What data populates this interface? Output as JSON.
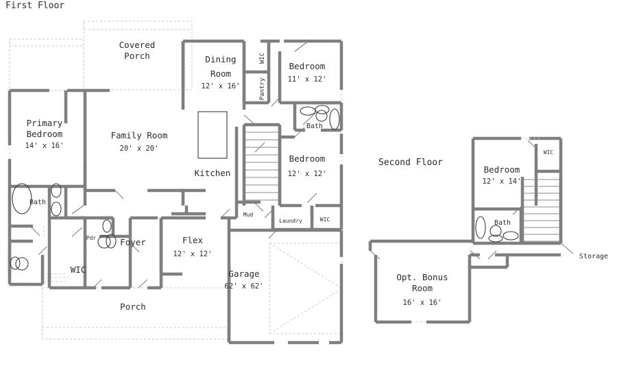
{
  "colors": {
    "wall": "#7f7f7f",
    "dashed": "#c8c8c8",
    "fixture": "#3a3a3a",
    "text": "#2b2b2b",
    "background": "#ffffff"
  },
  "floors": [
    {
      "id": "first-floor",
      "title": "First Floor",
      "rooms": [
        {
          "name": "Covered Porch",
          "line1": "Covered",
          "line2": "Porch",
          "dim": ""
        },
        {
          "name": "Primary Bedroom",
          "line1": "Primary",
          "line2": "Bedroom",
          "dim": "14' x 16'"
        },
        {
          "name": "Family Room",
          "line1": "Family Room",
          "line2": "",
          "dim": "20' x 20'"
        },
        {
          "name": "Dining Room",
          "line1": "Dining",
          "line2": "Room",
          "dim": "12' x 16'"
        },
        {
          "name": "Bedroom",
          "line1": "Bedroom",
          "line2": "",
          "dim": "11' x 12'"
        },
        {
          "name": "Bedroom",
          "line1": "Bedroom",
          "line2": "",
          "dim": "12' x 12'"
        },
        {
          "name": "Kitchen",
          "line1": "Kitchen",
          "line2": "",
          "dim": ""
        },
        {
          "name": "Foyer",
          "line1": "Foyer",
          "line2": "",
          "dim": ""
        },
        {
          "name": "Flex",
          "line1": "Flex",
          "line2": "",
          "dim": "12' x 12'"
        },
        {
          "name": "Garage",
          "line1": "Garage",
          "line2": "",
          "dim": "62' x 62'"
        },
        {
          "name": "Porch",
          "line1": "Porch",
          "line2": "",
          "dim": ""
        },
        {
          "name": "WIC",
          "line1": "WIC",
          "line2": "",
          "dim": ""
        }
      ],
      "small_labels": [
        {
          "name": "bath-primary",
          "text": "Bath"
        },
        {
          "name": "bath-upper",
          "text": "Bath"
        },
        {
          "name": "powder-room",
          "text": "Pdr"
        },
        {
          "name": "mud-room",
          "text": "Mud"
        },
        {
          "name": "laundry",
          "text": "Laundry"
        },
        {
          "name": "wic-hall",
          "text": "WIC"
        }
      ],
      "vertical_labels": [
        {
          "name": "wic-vertical",
          "text": "WIC"
        },
        {
          "name": "pantry-vertical",
          "text": "Pantry"
        }
      ]
    },
    {
      "id": "second-floor",
      "title": "Second Floor",
      "rooms": [
        {
          "name": "Bedroom",
          "line1": "Bedroom",
          "line2": "",
          "dim": "12' x 14'"
        },
        {
          "name": "Opt. Bonus Room",
          "line1": "Opt. Bonus",
          "line2": "Room",
          "dim": "16' x 16'"
        }
      ],
      "small_labels": [
        {
          "name": "bath-second",
          "text": "Bath"
        },
        {
          "name": "wic-second",
          "text": "WIC"
        },
        {
          "name": "storage-label",
          "text": "Storage"
        }
      ]
    }
  ],
  "text": {
    "first_floor_title": "First Floor",
    "second_floor_title": "Second Floor",
    "covered_porch_l1": "Covered",
    "covered_porch_l2": "Porch",
    "primary_l1": "Primary",
    "primary_l2": "Bedroom",
    "primary_dim": "14' x 16'",
    "family_l1": "Family Room",
    "family_dim": "20' x 20'",
    "dining_l1": "Dining",
    "dining_l2": "Room",
    "dining_dim": "12' x 16'",
    "bed11_l1": "Bedroom",
    "bed11_dim": "11' x 12'",
    "bed12_l1": "Bedroom",
    "bed12_dim": "12' x 12'",
    "kitchen": "Kitchen",
    "foyer": "Foyer",
    "flex_l1": "Flex",
    "flex_dim": "12' x 12'",
    "garage_l1": "Garage",
    "garage_dim": "62' x 62'",
    "porch": "Porch",
    "wic_big": "WIC",
    "bath_primary": "Bath",
    "bath_upper": "Bath",
    "pdr": "Pdr",
    "mud": "Mud",
    "laundry": "Laundry",
    "wic_hall": "WIC",
    "wic_vert": "WIC",
    "pantry_vert": "Pantry",
    "sf_bed_l1": "Bedroom",
    "sf_bed_dim": "12' x 14'",
    "sf_bath": "Bath",
    "sf_wic": "WIC",
    "sf_storage": "Storage",
    "bonus_l1": "Opt. Bonus",
    "bonus_l2": "Room",
    "bonus_dim": "16' x 16'"
  }
}
